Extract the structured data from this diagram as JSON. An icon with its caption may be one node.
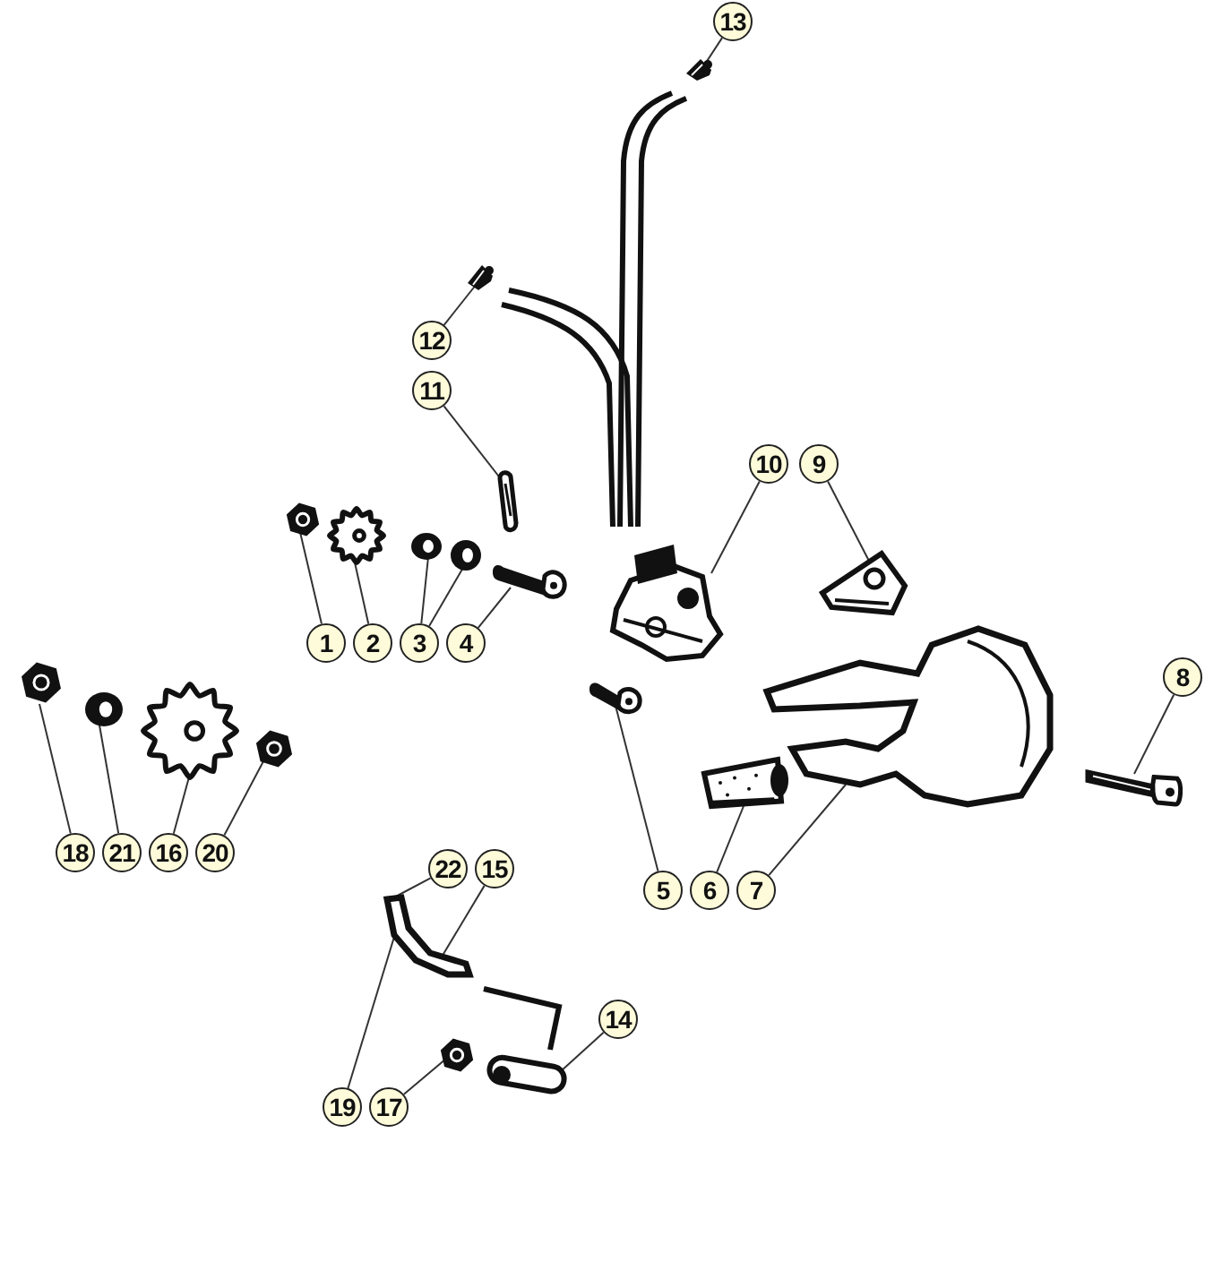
{
  "diagram": {
    "nodes": [
      {
        "text": [
          "13"
        ]
      },
      {
        "text": [
          "12"
        ]
      },
      {
        "text": [
          "11"
        ]
      },
      {
        "text": [
          "10"
        ]
      },
      {
        "text": [
          "9"
        ]
      },
      {
        "text": [
          "1"
        ]
      },
      {
        "text": [
          "2"
        ]
      },
      {
        "text": [
          "3"
        ]
      },
      {
        "text": [
          "4"
        ]
      },
      {
        "text": [
          "8"
        ]
      },
      {
        "text": [
          "18"
        ]
      },
      {
        "text": [
          "21"
        ]
      },
      {
        "text": [
          "16"
        ]
      },
      {
        "text": [
          "20"
        ]
      },
      {
        "text": [
          "22"
        ]
      },
      {
        "text": [
          "15"
        ]
      },
      {
        "text": [
          "5"
        ]
      },
      {
        "text": [
          "6"
        ]
      },
      {
        "text": [
          "7"
        ]
      },
      {
        "text": [
          "14"
        ]
      },
      {
        "text": [
          "19"
        ]
      },
      {
        "text": [
          "17"
        ]
      },
      {
        "text": [],
        "shape": "picture"
      },
      {
        "text": [],
        "shape": "picture"
      },
      {
        "text": [],
        "shape": "picture"
      },
      {
        "text": [],
        "shape": "picture"
      },
      {
        "text": [],
        "shape": "picture"
      },
      {
        "text": [],
        "shape": "picture"
      },
      {
        "text": [],
        "shape": "picture"
      },
      {
        "text": [],
        "shape": "picture"
      },
      {
        "text": [],
        "shape": "picture"
      },
      {
        "text": [],
        "shape": "picture"
      },
      {
        "text": [],
        "shape": "picture"
      },
      {
        "text": [],
        "shape": "picture"
      },
      {
        "text": [],
        "shape": "picture"
      },
      {
        "text": [],
        "shape": "picture"
      },
      {
        "text": [],
        "shape": "picture"
      },
      {
        "text": [],
        "shape": "picture"
      },
      {
        "text": [],
        "shape": "picture"
      },
      {
        "text": [],
        "shape": "picture"
      },
      {
        "text": [],
        "shape": "picture"
      },
      {
        "text": [],
        "shape": "picture"
      },
      {
        "text": [],
        "shape": "picture"
      }
    ],
    "edges": [
      {
        "from": 0,
        "to": 22,
        "arrow": "none"
      },
      {
        "from": 1,
        "to": 23,
        "arrow": "none"
      },
      {
        "from": 2,
        "to": 24,
        "arrow": "none"
      },
      {
        "from": 3,
        "to": 30,
        "arrow": "none"
      },
      {
        "from": 4,
        "to": 31,
        "arrow": "none"
      },
      {
        "from": 5,
        "to": 25,
        "arrow": "none"
      },
      {
        "from": 6,
        "to": 26,
        "arrow": "none"
      },
      {
        "from": 7,
        "to": 27,
        "arrow": "none"
      },
      {
        "from": 7,
        "to": 28,
        "arrow": "none"
      },
      {
        "from": 8,
        "to": 29,
        "arrow": "none"
      },
      {
        "from": 9,
        "to": 35,
        "arrow": "none"
      },
      {
        "from": 10,
        "to": 36,
        "arrow": "none"
      },
      {
        "from": 11,
        "to": 37,
        "arrow": "none"
      },
      {
        "from": 12,
        "to": 38,
        "arrow": "none"
      },
      {
        "from": 13,
        "to": 39,
        "arrow": "none"
      },
      {
        "from": 14,
        "to": 40,
        "arrow": "none"
      },
      {
        "from": 15,
        "to": 40,
        "arrow": "none"
      },
      {
        "from": 16,
        "to": 33,
        "arrow": "none"
      },
      {
        "from": 17,
        "to": 34,
        "arrow": "none"
      },
      {
        "from": 18,
        "to": 32,
        "arrow": "none"
      },
      {
        "from": 19,
        "to": 42,
        "arrow": "none"
      },
      {
        "from": 20,
        "to": 40,
        "arrow": "none"
      },
      {
        "from": 21,
        "to": 41,
        "arrow": "none"
      }
    ]
  }
}
